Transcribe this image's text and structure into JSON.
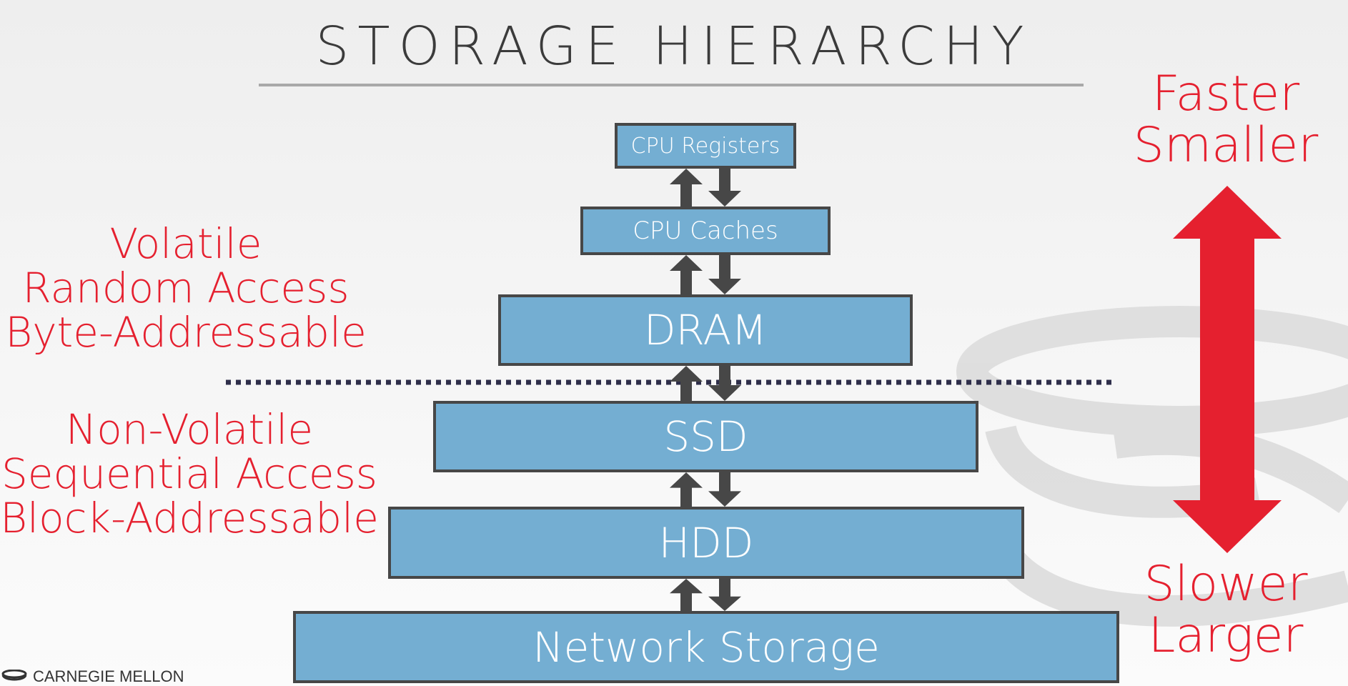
{
  "title": "STORAGE HIERARCHY",
  "levels": [
    {
      "name": "CPU Registers"
    },
    {
      "name": "CPU Caches"
    },
    {
      "name": "DRAM"
    },
    {
      "name": "SSD"
    },
    {
      "name": "HDD"
    },
    {
      "name": "Network Storage"
    }
  ],
  "volatile_labels": [
    "Volatile",
    "Random Access",
    "Byte-Addressable"
  ],
  "nonvolatile_labels": [
    "Non-Volatile",
    "Sequential Access",
    "Block-Addressable"
  ],
  "top_labels": [
    "Faster",
    "Smaller"
  ],
  "bottom_labels": [
    "Slower",
    "Larger"
  ],
  "footer": "CARNEGIE MELLON",
  "colors": {
    "box_fill": "#74aed2",
    "box_border": "#474747",
    "accent_red": "#e5202f",
    "arrow_gray": "#474747",
    "divider": "#2e2e4a"
  }
}
